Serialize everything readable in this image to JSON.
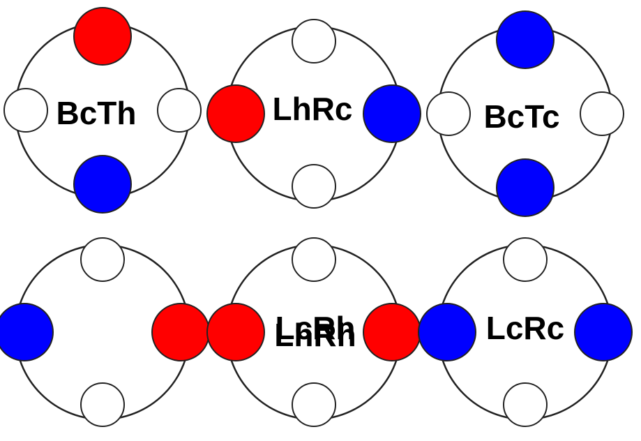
{
  "colors": {
    "red": "#ff0000",
    "blue": "#0000ff",
    "white": "#ffffff",
    "stroke": "#222222"
  },
  "configs": [
    {
      "label": "BcTh",
      "top": "red",
      "bottom": "blue",
      "left": "white",
      "right": "white"
    },
    {
      "label": "LhRc",
      "top": "white",
      "bottom": "white",
      "left": "red",
      "right": "blue"
    },
    {
      "label": "BcTc",
      "top": "blue",
      "bottom": "blue",
      "left": "white",
      "right": "white"
    },
    {
      "label": "",
      "top": "white",
      "bottom": "white",
      "left": "blue",
      "right": "red"
    },
    {
      "label": "LcRh",
      "label2": "LhRh",
      "top": "white",
      "bottom": "white",
      "left": "red",
      "right": "red"
    },
    {
      "label": "LcRc",
      "top": "white",
      "bottom": "white",
      "left": "blue",
      "right": "blue"
    }
  ]
}
